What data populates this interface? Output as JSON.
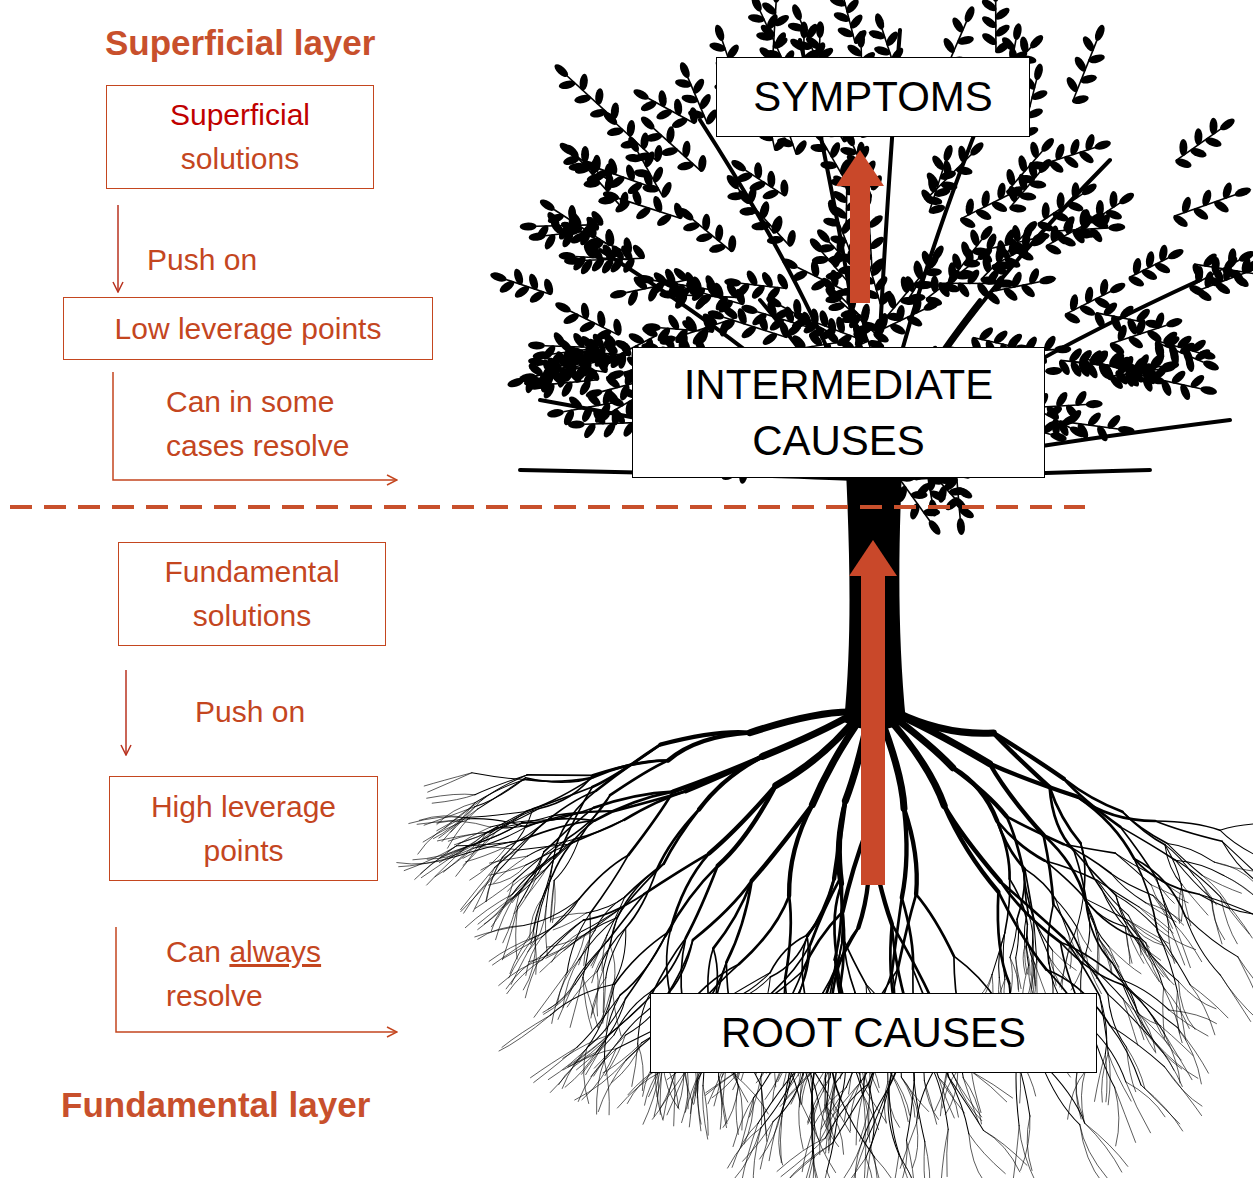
{
  "diagram": {
    "nodes": [
      {
        "text": [
          "Superficial solutions"
        ]
      },
      {
        "text": [
          "Low leverage points"
        ]
      },
      {
        "text": [
          "Fundamental solutions"
        ]
      },
      {
        "text": [
          "High leverage points"
        ]
      },
      {
        "text": [
          "SYMPTOMS"
        ]
      },
      {
        "text": [
          "INTERMEDIATE CAUSES"
        ]
      },
      {
        "text": [
          "ROOT CAUSES"
        ]
      }
    ],
    "edges": [
      {
        "from": 0,
        "to": 1,
        "label": "Push on",
        "arrow": "to"
      },
      {
        "from": 2,
        "to": 3,
        "label": "Push on",
        "arrow": "to"
      },
      {
        "from": 5,
        "to": 4,
        "arrow": "to"
      },
      {
        "from": 6,
        "to": 5,
        "arrow": "to"
      }
    ],
    "labels": [
      "Superficial layer",
      "Can in some cases resolve",
      "Can always resolve",
      "Fundamental layer"
    ]
  }
}
